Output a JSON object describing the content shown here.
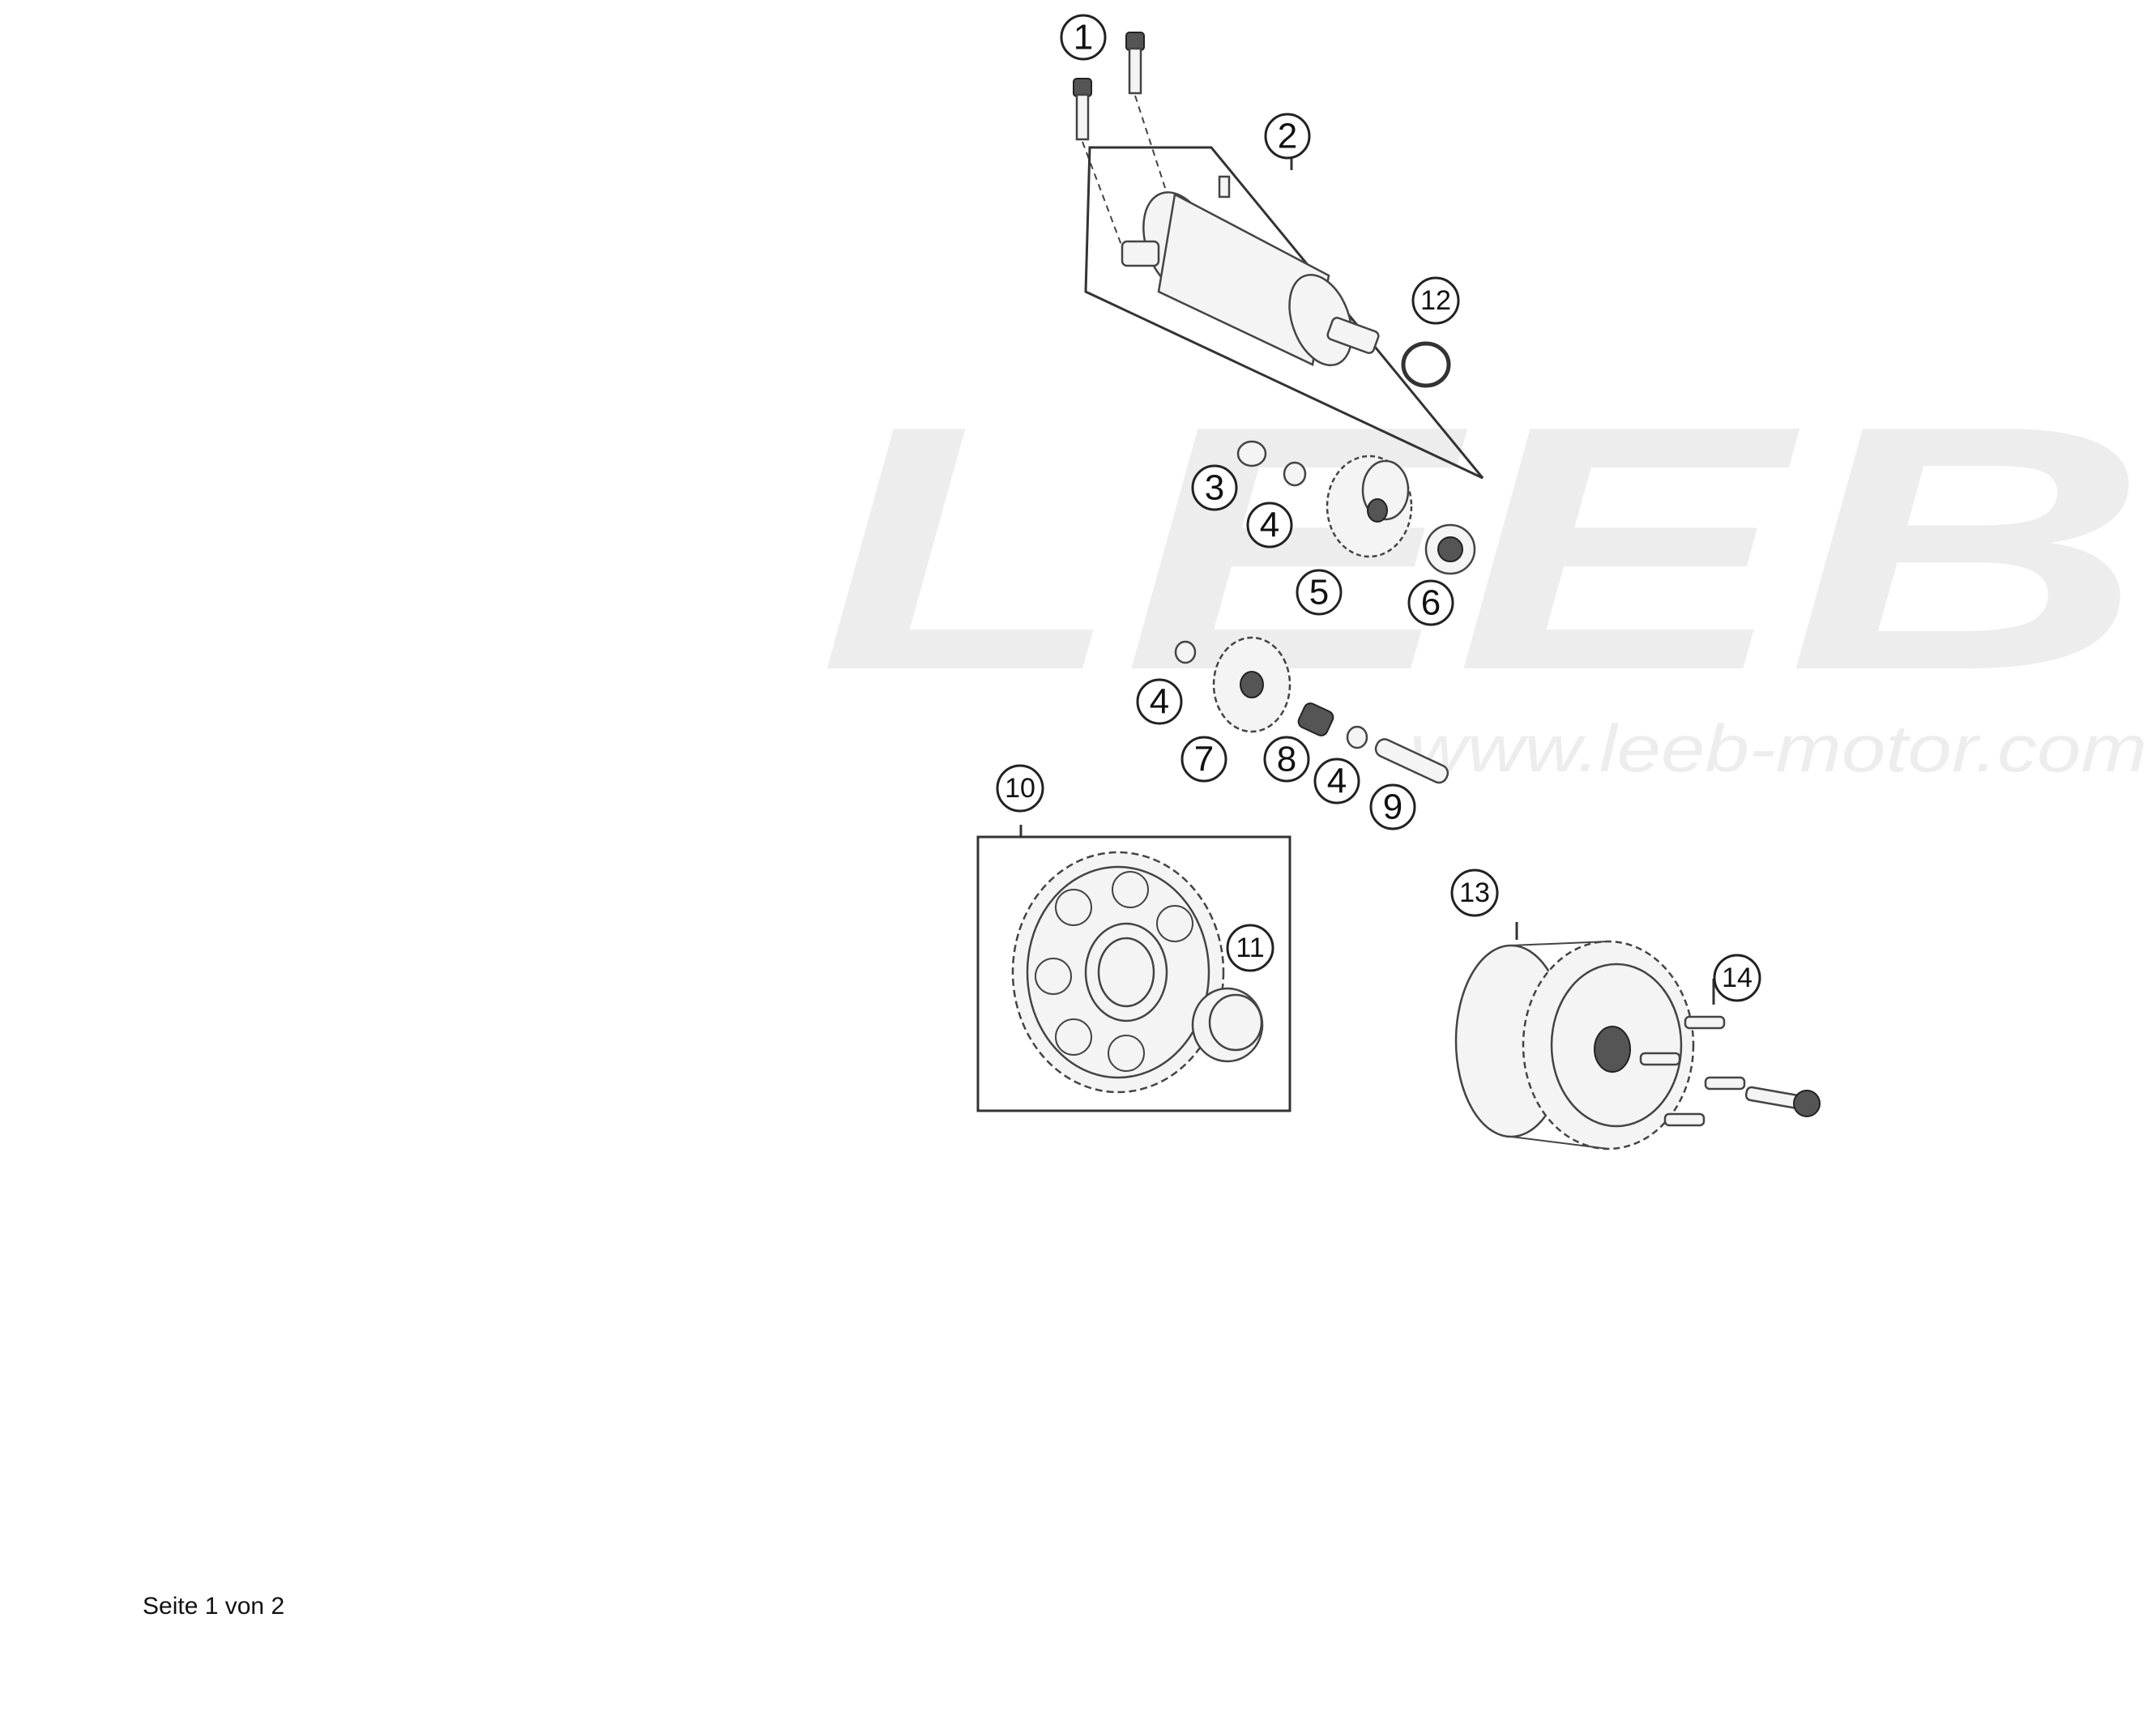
{
  "watermark": {
    "brand": "LEEB",
    "url": "www.leeb-motor.com"
  },
  "callouts": [
    "1",
    "2",
    "3",
    "4",
    "5",
    "6",
    "4",
    "7",
    "8",
    "4",
    "9",
    "10",
    "11",
    "12",
    "13",
    "14"
  ],
  "parts": [
    {
      "ref": "1"
    },
    {
      "ref": "2"
    },
    {
      "ref": "3"
    },
    {
      "ref": "4"
    },
    {
      "ref": "5"
    },
    {
      "ref": "6"
    },
    {
      "ref": "7"
    },
    {
      "ref": "8"
    },
    {
      "ref": "9"
    },
    {
      "ref": "10"
    },
    {
      "ref": "11"
    },
    {
      "ref": "12"
    },
    {
      "ref": "13"
    },
    {
      "ref": "14"
    }
  ],
  "footer": {
    "page_text": "Seite 1 von 2"
  }
}
